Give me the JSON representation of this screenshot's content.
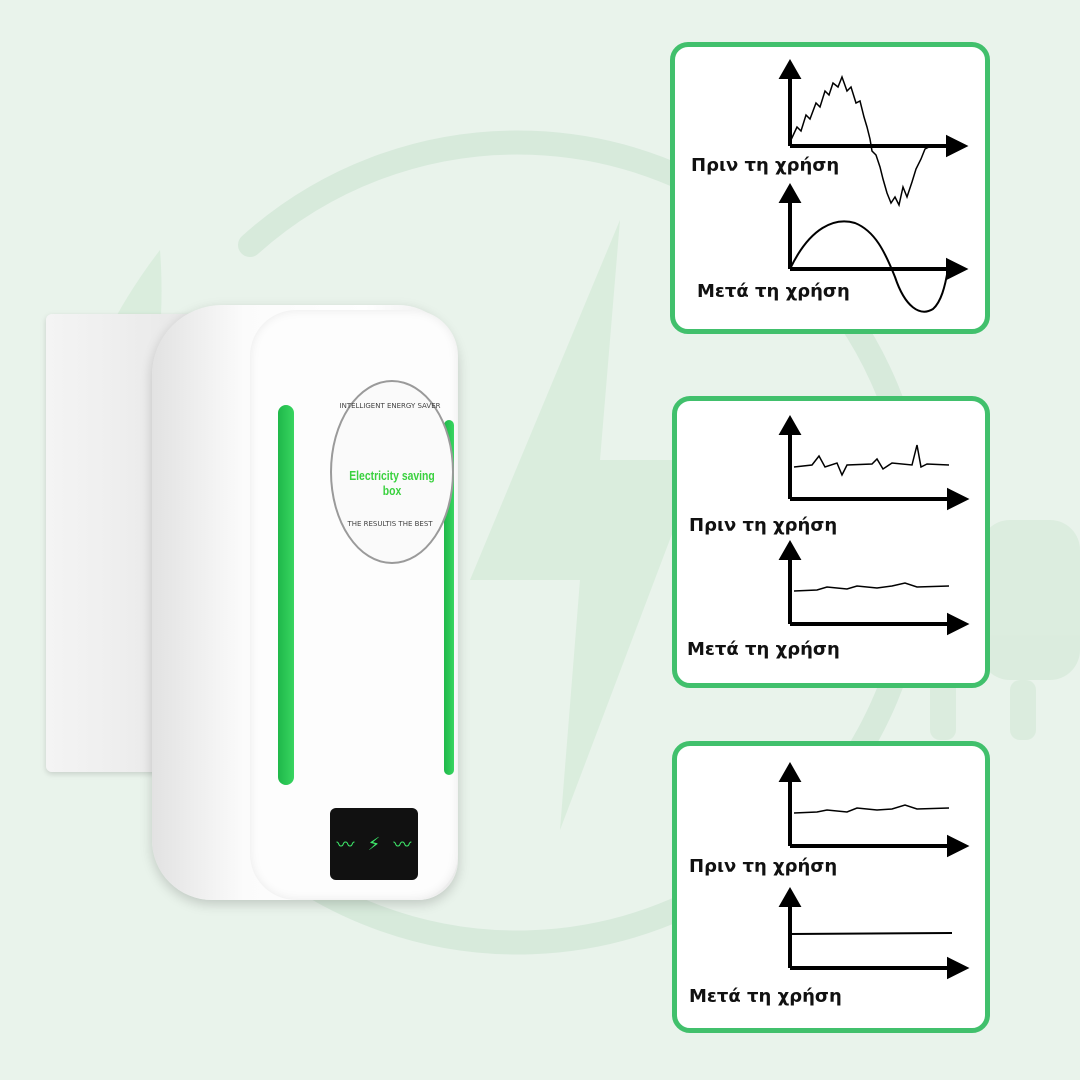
{
  "device": {
    "badge_top": "INTELLIGENT ENERGY SAVER",
    "badge_main": "Electricity saving box",
    "badge_bottom": "THE RESULTIS THE BEST",
    "display_icons": [
      "pulse-icon",
      "lightning-icon",
      "pulse-icon"
    ]
  },
  "panels": [
    {
      "before_label": "Πριν τη χρήση",
      "after_label": "Μετά τη χρήση"
    },
    {
      "before_label": "Πριν τη χρήση",
      "after_label": "Μετά τη χρήση"
    },
    {
      "before_label": "Πριν τη χρήση",
      "after_label": "Μετά τη χρήση"
    }
  ],
  "colors": {
    "accent": "#41c06c",
    "background": "#e9f3eb"
  }
}
